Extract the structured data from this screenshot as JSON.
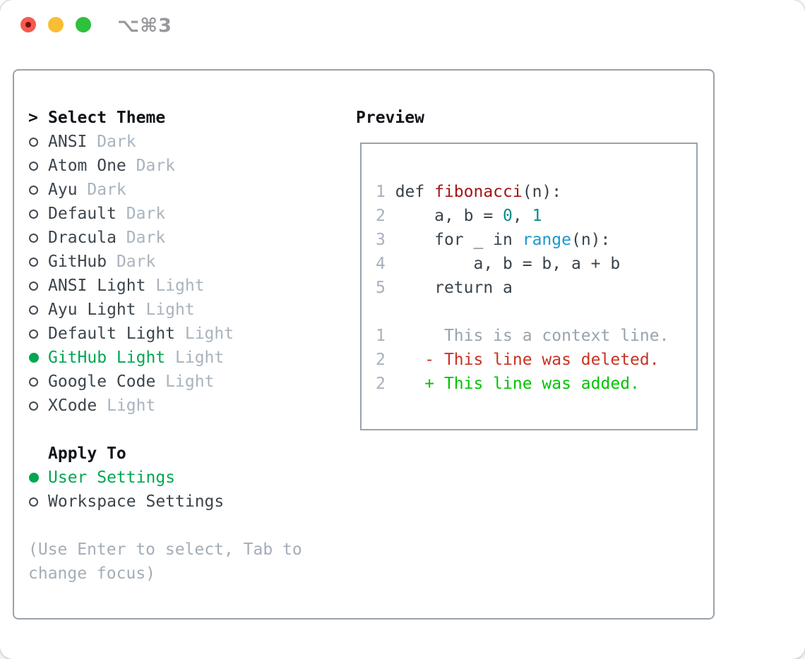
{
  "window": {
    "title": "⌥⌘3"
  },
  "titlebar": {
    "close_color": "#f35b50",
    "minimize_color": "#f9bd33",
    "zoom_color": "#2ec13d"
  },
  "colors": {
    "accent_green": "#00a750",
    "panel_border": "#99a2ac",
    "item_text": "#3c454d",
    "muted_text": "#a9b3bd",
    "header_text": "#101317"
  },
  "theme_panel": {
    "header_prefix": ">",
    "header": "Select Theme",
    "themes": [
      {
        "name": "ANSI",
        "variant": "Dark",
        "selected": false
      },
      {
        "name": "Atom One",
        "variant": "Dark",
        "selected": false
      },
      {
        "name": "Ayu",
        "variant": "Dark",
        "selected": false
      },
      {
        "name": "Default",
        "variant": "Dark",
        "selected": false
      },
      {
        "name": "Dracula",
        "variant": "Dark",
        "selected": false
      },
      {
        "name": "GitHub",
        "variant": "Dark",
        "selected": false
      },
      {
        "name": "ANSI Light",
        "variant": "Light",
        "selected": false
      },
      {
        "name": "Ayu Light",
        "variant": "Light",
        "selected": false
      },
      {
        "name": "Default Light",
        "variant": "Light",
        "selected": false
      },
      {
        "name": "GitHub Light",
        "variant": "Light",
        "selected": true
      },
      {
        "name": "Google Code",
        "variant": "Light",
        "selected": false
      },
      {
        "name": "XCode",
        "variant": "Light",
        "selected": false
      }
    ],
    "apply_to": {
      "header": "Apply To",
      "options": [
        {
          "label": "User Settings",
          "selected": true
        },
        {
          "label": "Workspace Settings",
          "selected": false
        }
      ]
    },
    "help_lines": [
      "(Use Enter to select, Tab to",
      "change focus)"
    ]
  },
  "preview": {
    "title": "Preview",
    "code_colors": {
      "ln": "#a6b0bc",
      "p": "#3a434b",
      "fn": "#a31515",
      "num": "#0a8c8c",
      "bi": "#1b98cf",
      "ctx": "#99a3ad",
      "del": "#c93222",
      "add": "#00c300"
    },
    "lines": [
      {
        "tokens": [
          {
            "t": "1 ",
            "y": "ln"
          },
          {
            "t": "def ",
            "y": "p"
          },
          {
            "t": "fibonacci",
            "y": "fn"
          },
          {
            "t": "(n):",
            "y": "p"
          }
        ]
      },
      {
        "tokens": [
          {
            "t": "2 ",
            "y": "ln"
          },
          {
            "t": "    a, b = ",
            "y": "p"
          },
          {
            "t": "0",
            "y": "num"
          },
          {
            "t": ", ",
            "y": "p"
          },
          {
            "t": "1",
            "y": "num"
          }
        ]
      },
      {
        "tokens": [
          {
            "t": "3 ",
            "y": "ln"
          },
          {
            "t": "    for _ in ",
            "y": "p"
          },
          {
            "t": "range",
            "y": "bi"
          },
          {
            "t": "(n):",
            "y": "p"
          }
        ]
      },
      {
        "tokens": [
          {
            "t": "4 ",
            "y": "ln"
          },
          {
            "t": "        a, b = b, a + b",
            "y": "p"
          }
        ]
      },
      {
        "tokens": [
          {
            "t": "5 ",
            "y": "ln"
          },
          {
            "t": "    return a",
            "y": "p"
          }
        ]
      },
      {
        "tokens": []
      },
      {
        "tokens": [
          {
            "t": "1 ",
            "y": "ln"
          },
          {
            "t": "     This is a context line.",
            "y": "ctx"
          }
        ]
      },
      {
        "tokens": [
          {
            "t": "2 ",
            "y": "ln"
          },
          {
            "t": "   - This line was deleted.",
            "y": "del"
          }
        ]
      },
      {
        "tokens": [
          {
            "t": "2 ",
            "y": "ln"
          },
          {
            "t": "   + This line was added.",
            "y": "add"
          }
        ]
      }
    ]
  }
}
